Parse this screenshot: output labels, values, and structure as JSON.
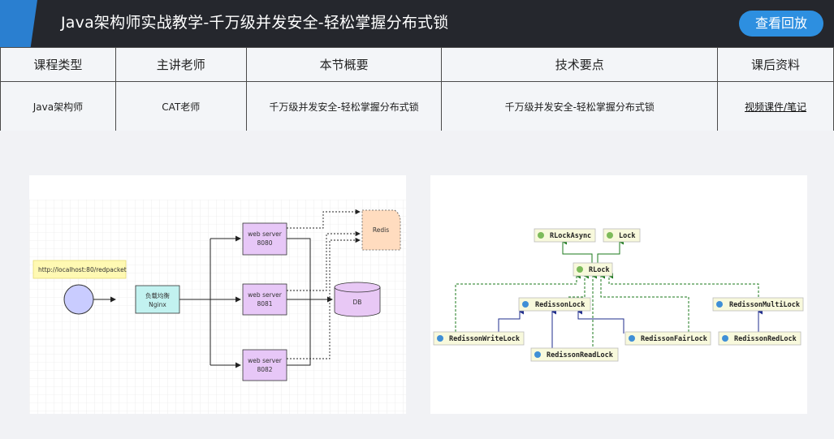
{
  "header": {
    "title": "Java架构师实战教学-千万级并发安全-轻松掌握分布式锁",
    "replay_label": "查看回放"
  },
  "course_table": {
    "headers": [
      "课程类型",
      "主讲老师",
      "本节概要",
      "技术要点",
      "课后资料"
    ],
    "row": {
      "type": "Java架构师",
      "teacher": "CAT老师",
      "summary": "千万级并发安全-轻松掌握分布式锁",
      "key_points": "千万级并发安全-轻松掌握分布式锁",
      "materials_link": "视频课件/笔记"
    }
  },
  "arch_diagram": {
    "url_note": "http://localhost:80/redpacket",
    "nginx_line1": "负载均衡",
    "nginx_line2": "Nginx",
    "servers": [
      {
        "line1": "web server",
        "line2": "8080"
      },
      {
        "line1": "web server",
        "line2": "8081"
      },
      {
        "line1": "web server",
        "line2": "8082"
      }
    ],
    "redis": "Redis",
    "db": "DB"
  },
  "class_diagram": {
    "nodes": {
      "rlock_async": "RLockAsync",
      "lock": "Lock",
      "rlock": "RLock",
      "redisson_lock": "RedissonLock",
      "redisson_multi_lock": "RedissonMultiLock",
      "redisson_write_lock": "RedissonWriteLock",
      "redisson_read_lock": "RedissonReadLock",
      "redisson_fair_lock": "RedissonFairLock",
      "redisson_red_lock": "RedissonRedLock"
    }
  }
}
